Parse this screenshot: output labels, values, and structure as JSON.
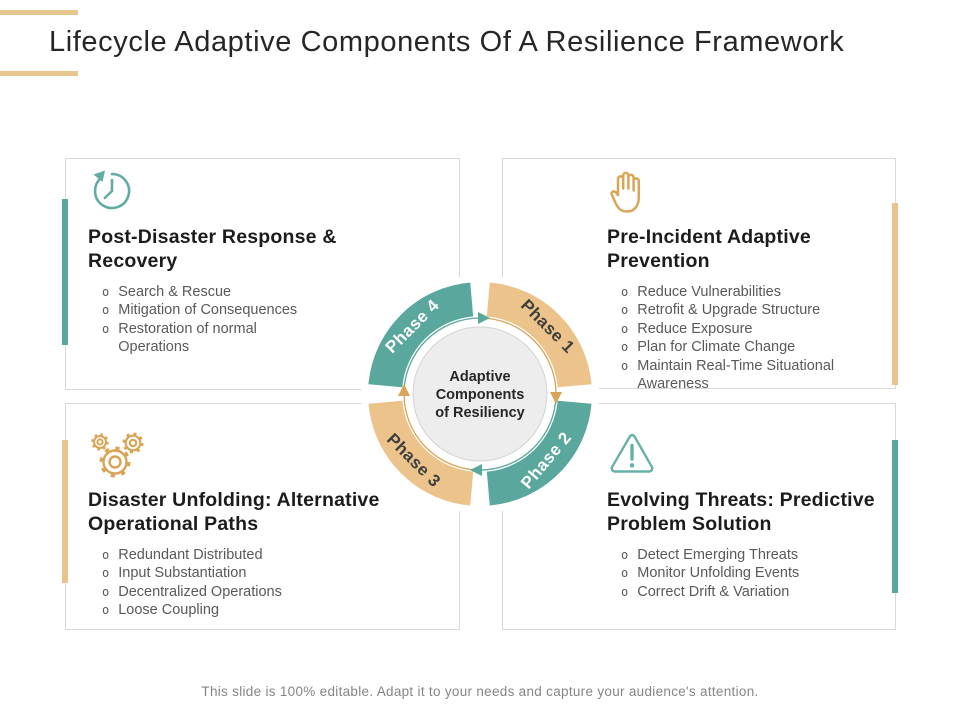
{
  "slide": {
    "title": "Lifecycle Adaptive Components Of A Resilience Framework",
    "footer": "This slide is 100% editable. Adapt it to your needs and capture your audience's attention."
  },
  "ui": {
    "bullet_marker": "o"
  },
  "colors": {
    "teal": "#59A79D",
    "tan": "#EBC38B",
    "icon_gold": "#D9A455",
    "icon_teal": "#63ACA3",
    "accent_dash": "#E6C88F",
    "heading_text": "#1C1C1C",
    "body_text": "#595959",
    "footer_text": "#858585",
    "card_border": "#D9D9D9",
    "core_fill": "#EDEDEE"
  },
  "center_diagram": {
    "core_label_lines": [
      "Adaptive",
      "Components",
      "of Resiliency"
    ],
    "phases": [
      {
        "label": "Phase 1",
        "position": "top-right",
        "arc_color": "#EBC38B",
        "text_color": "#3F3F3F"
      },
      {
        "label": "Phase 2",
        "position": "bottom-right",
        "arc_color": "#59A79D",
        "text_color": "#FFFFFF"
      },
      {
        "label": "Phase 3",
        "position": "bottom-left",
        "arc_color": "#EBC38B",
        "text_color": "#3F3F3F"
      },
      {
        "label": "Phase 4",
        "position": "top-left",
        "arc_color": "#59A79D",
        "text_color": "#FFFFFF"
      }
    ]
  },
  "quadrants": [
    {
      "icon": "history-clock-icon",
      "title": "Post-Disaster Response & Recovery",
      "bullets": [
        "Search & Rescue",
        "Mitigation of Consequences",
        "Restoration of normal Operations"
      ]
    },
    {
      "icon": "raised-hand-icon",
      "title": "Pre-Incident Adaptive Prevention",
      "bullets": [
        "Reduce Vulnerabilities",
        "Retrofit & Upgrade Structure",
        "Reduce Exposure",
        "Plan for Climate Change",
        "Maintain Real-Time Situational Awareness"
      ]
    },
    {
      "icon": "gears-icon",
      "title": "Disaster Unfolding: Alternative Operational Paths",
      "bullets": [
        "Redundant Distributed",
        "Input Substantiation",
        "Decentralized Operations",
        "Loose Coupling"
      ]
    },
    {
      "icon": "warning-triangle-icon",
      "title": "Evolving Threats: Predictive Problem Solution",
      "bullets": [
        "Detect Emerging Threats",
        "Monitor Unfolding Events",
        "Correct Drift & Variation"
      ]
    }
  ]
}
